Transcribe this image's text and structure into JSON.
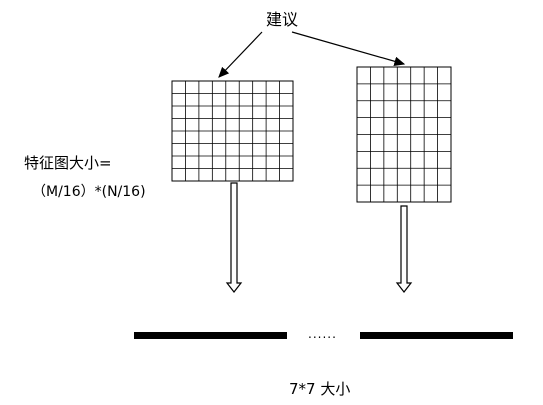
{
  "labels": {
    "suggestion": "建议",
    "feature_map_size": "特征图大小=",
    "feature_map_formula": "（M/16）*(N/16)",
    "ellipsis": "......",
    "output_size": "7*7 大小"
  },
  "grids": [
    {
      "rows": 8,
      "cols": 9
    },
    {
      "rows": 8,
      "cols": 7
    }
  ]
}
